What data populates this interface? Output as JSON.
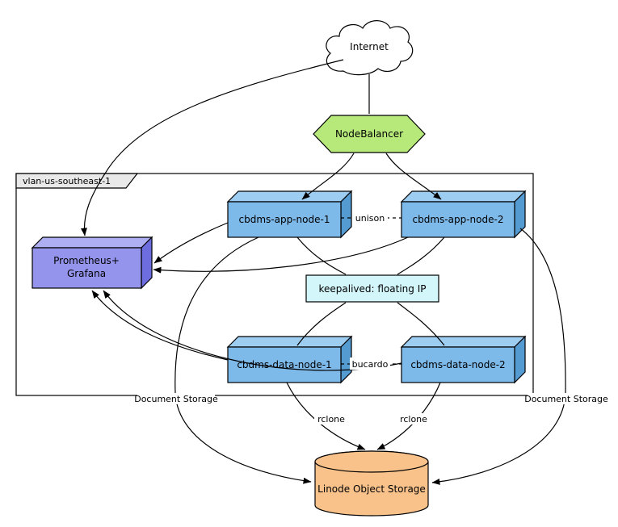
{
  "nodes": {
    "internet": "Internet",
    "nodebalancer": "NodeBalancer",
    "vlan": "vlan-us-southeast-1",
    "app_node_1": "cbdms-app-node-1",
    "app_node_2": "cbdms-app-node-2",
    "prometheus_line1": "Prometheus+",
    "prometheus_line2": "Grafana",
    "keepalived": "keepalived: floating IP",
    "data_node_1": "cbdms-data-node-1",
    "data_node_2": "cbdms-data-node-2",
    "object_storage": "Linode Object Storage"
  },
  "edge_labels": {
    "unison": "unison",
    "bucardo": "bucardo",
    "rclone_left": "rclone",
    "rclone_right": "rclone",
    "document_storage_left": "Document Storage",
    "document_storage_right": "Document Storage"
  },
  "colors": {
    "node_fill": "#7db9e9",
    "node_top": "#9ecdf2",
    "node_side": "#549bd2",
    "prometheus_fill": "#9494ec",
    "prometheus_top": "#aeaef3",
    "prometheus_side": "#6d6de0",
    "nodebalancer_fill": "#b6e97a",
    "keepalived_fill": "#d3f6fb",
    "storage_fill": "#f9c28b",
    "vlan_tab_fill": "#e9e9e9",
    "cloud_fill": "#ffffff",
    "stroke": "#000000"
  }
}
